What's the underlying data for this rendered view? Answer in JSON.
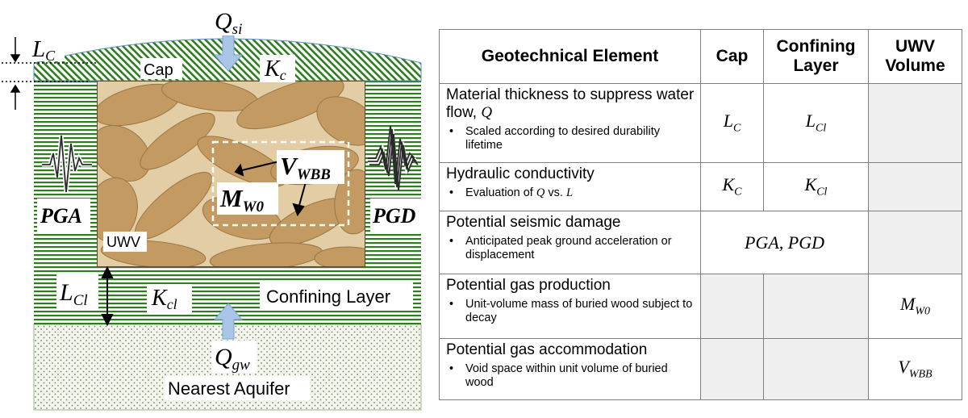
{
  "diagram": {
    "labels": {
      "q_si": "Q",
      "q_si_sub": "si",
      "l_c": "L",
      "l_c_sub": "C",
      "k_c": "K",
      "k_c_sub": "c",
      "cap": "Cap",
      "v_wbb": "V",
      "v_wbb_sub": "WBB",
      "m_w0": "M",
      "m_w0_sub": "W0",
      "pga": "PGA",
      "pgd": "PGD",
      "uwv": "UWV",
      "l_cl": "L",
      "l_cl_sub": "Cl",
      "k_cl": "K",
      "k_cl_sub": "cl",
      "confining_layer": "Confining Layer",
      "q_gw": "Q",
      "q_gw_sub": "gw",
      "nearest_aquifer": "Nearest Aquifer"
    },
    "colors": {
      "green": "#2e7d1f",
      "wood": "#c8a26c",
      "arrow": "#a9c6e8",
      "aquifer_dot": "#6f8a58"
    }
  },
  "table": {
    "headers": {
      "element": "Geotechnical Element",
      "cap": "Cap",
      "confining_line1": "Confining",
      "confining_line2": "Layer",
      "uwv_line1": "UWV",
      "uwv_line2": "Volume"
    },
    "rows": [
      {
        "title_pre": "Material thickness to suppress water flow, ",
        "title_var": "Q",
        "bullet_pre": "Scaled according to desired durability lifetime",
        "cap_sym": "L",
        "cap_sub": "C",
        "cl_sym": "L",
        "cl_sub": "Cl"
      },
      {
        "title": "Hydraulic conductivity",
        "bullet_pre": "Evaluation of ",
        "bullet_var1": "Q",
        "bullet_mid": " vs. ",
        "bullet_var2": "L",
        "cap_sym": "K",
        "cap_sub": "C",
        "cl_sym": "K",
        "cl_sub": "Cl"
      },
      {
        "title": "Potential seismic damage",
        "bullet": "Anticipated peak ground acceleration or displacement",
        "span_sym": "PGA, PGD"
      },
      {
        "title": "Potential gas production",
        "bullet": "Unit-volume mass of buried wood subject to decay",
        "uwv_sym": "M",
        "uwv_sub": "W0"
      },
      {
        "title": "Potential gas accommodation",
        "bullet": "Void space within unit volume of buried wood",
        "uwv_sym": "V",
        "uwv_sub": "WBB"
      }
    ]
  }
}
